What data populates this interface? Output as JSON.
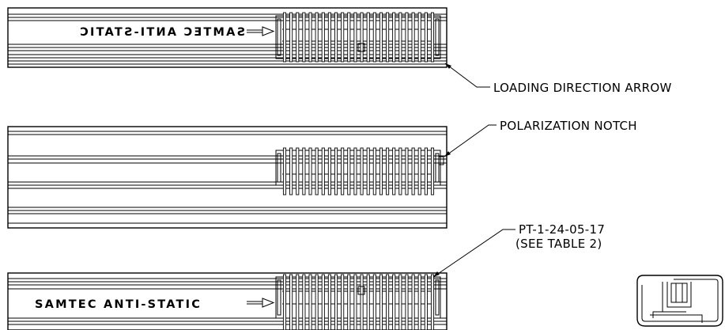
{
  "callouts": {
    "loading_direction": "LOADING DIRECTION ARROW",
    "polarization": "POLARIZATION NOTCH",
    "part_number": "PT-1-24-05-17",
    "table_ref": "(SEE TABLE 2)"
  },
  "brand_label": "SAMTEC ANTI-STATIC"
}
